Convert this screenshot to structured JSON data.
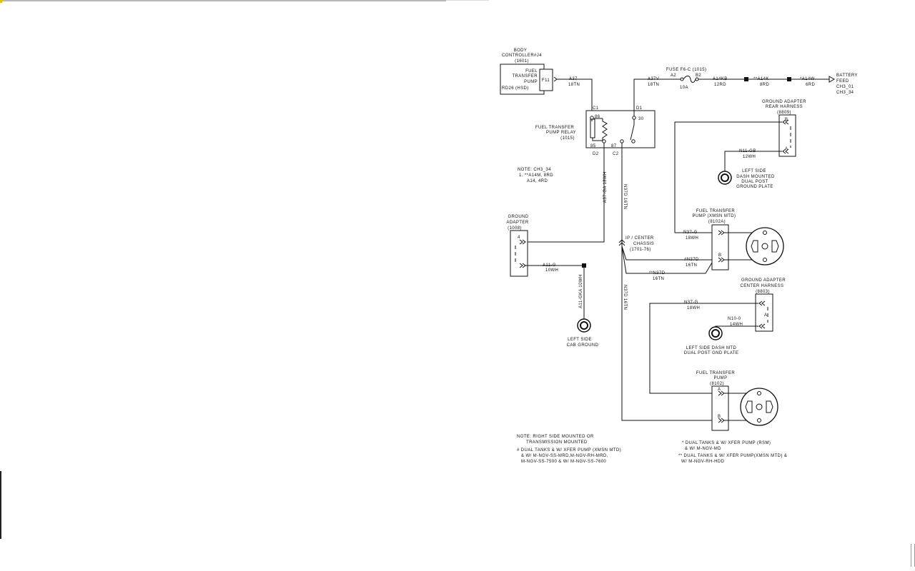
{
  "body_controller": {
    "title_1": "BODY",
    "title_2": "CONTROLLER#J4",
    "code": "(1601)",
    "fn_1": "FUEL",
    "fn_2": "TRANSFER",
    "fn_3": "PUMP",
    "pin": "F11",
    "rd": "RD26 (HSD)"
  },
  "wire_a37": {
    "id": "A37",
    "gauge": "18TN"
  },
  "relay": {
    "label_1": "FUEL TRANSFER",
    "label_2": "PUMP RELAY",
    "label_3": "(1015)",
    "pin_c1": "C1",
    "pin_d1": "D1",
    "pin_86": "86",
    "pin_30": "30",
    "pin_85": "85",
    "pin_87": "87",
    "pin_d2": "D2",
    "pin_c2": "C2"
  },
  "wire_a37v": {
    "id": "A37V",
    "gauge": "18TN"
  },
  "fuse": {
    "title": "FUSE F6-C (1015)",
    "pin_a2": "A2",
    "pin_b2": "B2",
    "rating": "10A"
  },
  "wire_a14kb": {
    "id": "A14KB",
    "gauge": "12RD"
  },
  "wire_a14k": {
    "id": "**A14K",
    "gauge": "8RD"
  },
  "wire_a14w": {
    "id": "*A14W",
    "gauge": "6RD"
  },
  "battery": {
    "line_1": "BATTERY",
    "line_2": "FEED",
    "line_3": "CH3_01",
    "line_4": "CH3_34"
  },
  "note": {
    "line_1": "NOTE: CH3_34",
    "line_2": "1. **A14M, 8RD",
    "line_3": "A14, 4RD"
  },
  "wire_a37ga": "A37-GA 18WH",
  "wire_n37d_vert": "N37D 16TN",
  "ground_adapter_rear": {
    "line_1": "GROUND ADAPTER",
    "line_2": "REAR HARNESS",
    "code": "(8809)",
    "pin_b": "B",
    "pin_a": "A"
  },
  "wire_n11gb": {
    "id": "N11-GB",
    "gauge": "12WH"
  },
  "left_dash_ground": {
    "line_1": "LEFT SIDE",
    "line_2": "DASH MOUNTED",
    "line_3": "DUAL POST",
    "line_4": "GROUND PLATE"
  },
  "ground_adapter_1008": {
    "line_1": "GROUND",
    "line_2": "ADAPTER",
    "code": "(1008)",
    "pin": "4"
  },
  "wire_a11g": {
    "id": "A11-G",
    "gauge": "10WH"
  },
  "wire_a11gka": "A11-GKA 10WH",
  "cab_ground": {
    "line_1": "LEFT SIDE",
    "line_2": "CAB GROUND"
  },
  "ip_center": {
    "line_1": "IP / CENTER",
    "line_2": "CHASSIS",
    "code": "(1701-76)"
  },
  "pump_xmsn": {
    "line_1": "FUEL TRANSFER",
    "line_2": "PUMP (XMSN MTD)",
    "code": "(8102A)",
    "pin_b": "B"
  },
  "wire_n37g_upper": {
    "id": "N37-G",
    "gauge": "18WH"
  },
  "wire_n37d_hash": {
    "id": "#N37D",
    "gauge": "16TN"
  },
  "wire_n37d_star": {
    "id": "**N37D",
    "gauge": "16TN"
  },
  "wire_n37d_lower": "N37D 16TN",
  "ground_adapter_center": {
    "line_1": "GROUND ADAPTER",
    "line_2": "CENTER HARNESS",
    "code": "(8803)",
    "pin_a": "A"
  },
  "wire_n37g_lower": {
    "id": "N37-G",
    "gauge": "18WH"
  },
  "wire_n100": {
    "id": "N10-0",
    "gauge": "14WH"
  },
  "dash_gnd_plate": {
    "line_1": "LEFT SIDE DASH MTD",
    "line_2": "DUAL POST GND PLATE"
  },
  "pump_lower": {
    "line_1": "FUEL TRANSFER",
    "line_2": "PUMP",
    "code": "(8102)",
    "pin_a": "A",
    "pin_b": "B"
  },
  "note_bottom_left": {
    "line_1": "NOTE: RIGHT SIDE MOUNTED OR",
    "line_2": "TRANSMISSION MOUNTED",
    "line_3": "# DUAL TANKS & W/ XFER PUMP (XMSN MTD)",
    "line_4": "& W/ M-NGV-SS-MRD,M-NGV-RH-MRD,",
    "line_5": "M-NGV-SS-7500 & W/ M-NGV-SS-7600"
  },
  "note_bottom_right": {
    "line_1": "* DUAL TANKS & W/ XFER PUMP (RSM)",
    "line_2": "& W/ M-NGV-MD",
    "line_3": "** DUAL TANKS & W/ XFER PUMP(XMSN MTD) &",
    "line_4": "W/ M-NGV-RH-HDD"
  }
}
